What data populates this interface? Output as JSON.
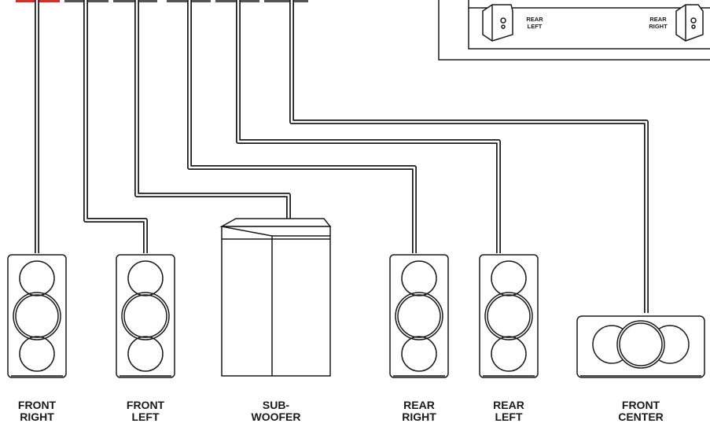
{
  "speakers": {
    "front_right": {
      "line1": "FRONT",
      "line2": "RIGHT"
    },
    "front_left": {
      "line1": "FRONT",
      "line2": "LEFT"
    },
    "subwoofer": {
      "line1": "SUB-",
      "line2": "WOOFER"
    },
    "rear_right": {
      "line1": "REAR",
      "line2": "RIGHT"
    },
    "rear_left": {
      "line1": "REAR",
      "line2": "LEFT"
    },
    "front_center": {
      "line1": "FRONT",
      "line2": "CENTER"
    }
  },
  "room_inset": {
    "rear_left": {
      "line1": "REAR",
      "line2": "LEFT"
    },
    "rear_right": {
      "line1": "REAR",
      "line2": "RIGHT"
    }
  },
  "colors": {
    "outline": "#1a1a1a",
    "connector_red": "#c0392b",
    "connector_grey": "#555555"
  }
}
